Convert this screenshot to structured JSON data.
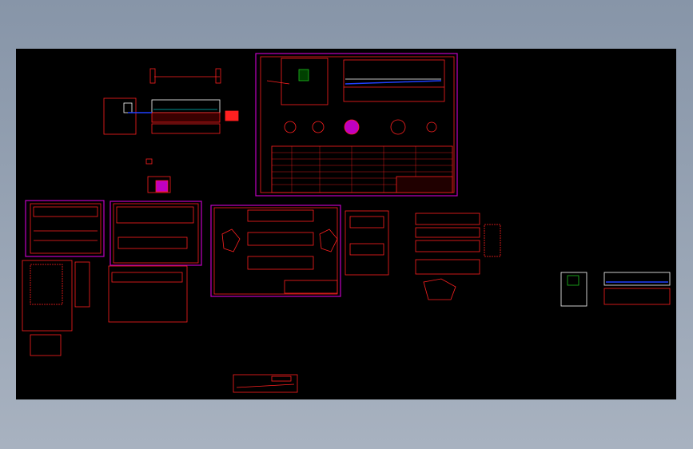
{
  "viewport": {
    "background": "#000000",
    "frame_color": "#c000c0",
    "line_color": "#ff2020",
    "accent_colors": [
      "#2040ff",
      "#00c0c0",
      "#20c020",
      "#ffffff"
    ]
  },
  "drawings": [
    {
      "name": "top-small-assembly"
    },
    {
      "name": "main-assembly-sheet"
    },
    {
      "name": "sheet-left-1"
    },
    {
      "name": "sheet-left-2"
    },
    {
      "name": "sheet-left-3"
    },
    {
      "name": "sheet-center"
    },
    {
      "name": "sheet-right-parts"
    },
    {
      "name": "bottom-detail"
    },
    {
      "name": "far-right-assembly"
    }
  ]
}
